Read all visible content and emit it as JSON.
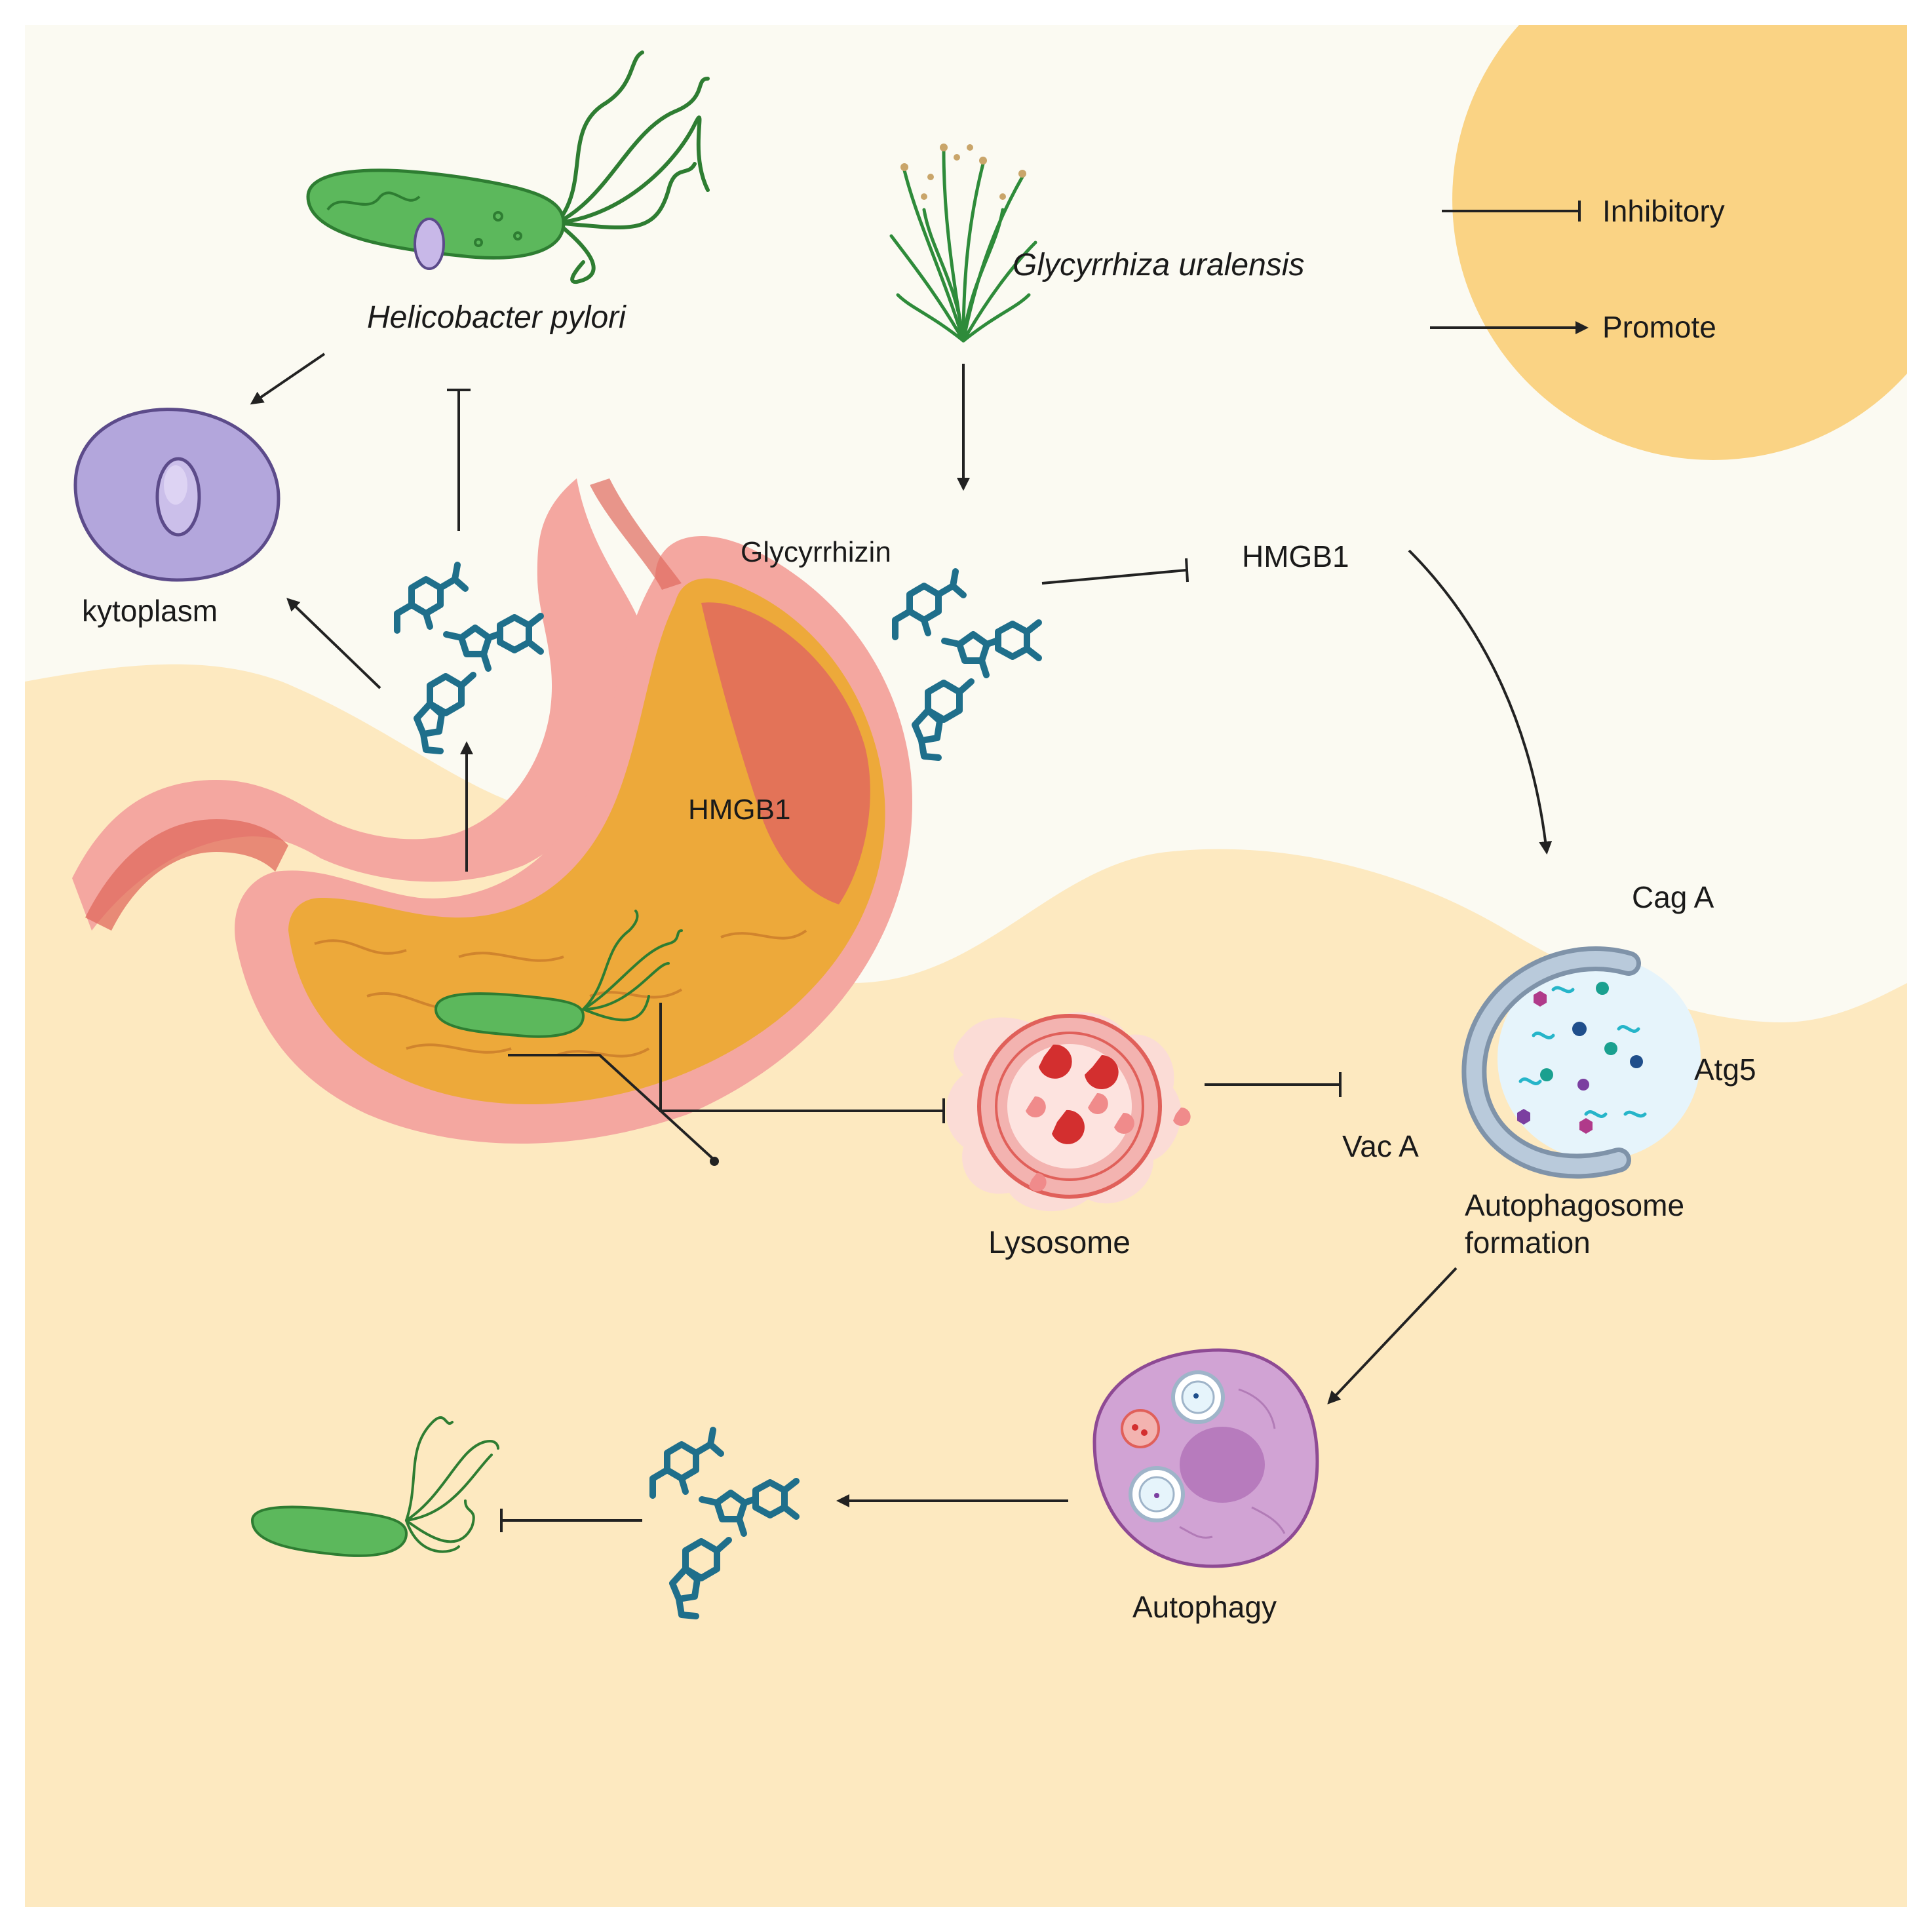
{
  "labels": {
    "helicobacter": "Helicobacter pylori",
    "glycyrrhiza": "Glycyrrhiza uralensis",
    "inhibitory": "Inhibitory",
    "promote": "Promote",
    "kytoplasm": "kytoplasm",
    "glycyrrhizin": "Glycyrrhizin",
    "hmgb1_top": "HMGB1",
    "hmgb1_stomach": "HMGB1",
    "cag_a": "Cag A",
    "atg5": "Atg5",
    "vac_a": "Vac A",
    "lysosome": "Lysosome",
    "autophagosome_line1": "Autophagosome",
    "autophagosome_line2": "formation",
    "autophagy": "Autophagy"
  },
  "colors": {
    "background_light": "#fbfaf2",
    "background_tan": "#fde9c0",
    "legend_circle": "#fad384",
    "bacterium": "#5cb85c",
    "molecule": "#1f6f8b",
    "cell": "#b3a6dc",
    "stomach_outer": "#f4a7a0",
    "stomach_inner": "#eda93a",
    "lysosome": "#f3b3b0",
    "autophagosome": "#9fb4c9",
    "autophagy_cell": "#d1a3d4",
    "arrow": "#222222"
  },
  "icons": {
    "bacterium": "helicobacter-bacterium-icon",
    "plant": "glycyrrhiza-plant-icon",
    "molecule": "glycyrrhizin-molecule-icon",
    "cell": "epithelial-cell-icon",
    "stomach": "stomach-icon",
    "lysosome": "lysosome-icon",
    "autophagosome": "autophagosome-icon",
    "autophagy_cell": "autophagy-cell-icon"
  }
}
